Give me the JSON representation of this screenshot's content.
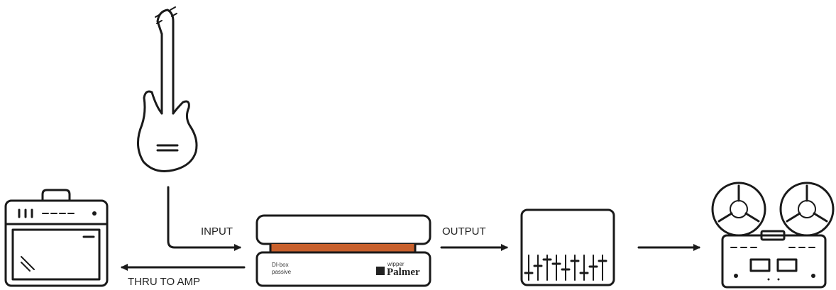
{
  "labels": {
    "input": "INPUT",
    "output": "OUTPUT",
    "thru": "THRU TO AMP"
  },
  "dibox": {
    "line1": "DI-box",
    "line2": "passive",
    "brand_top": "wipper",
    "brand": "Palmer"
  },
  "colors": {
    "stroke": "#1a1a1a",
    "accent": "#c8602c"
  },
  "icons": {
    "guitar": "bass-guitar-icon",
    "amp": "amplifier-icon",
    "mixer": "mixing-console-icon",
    "tape": "reel-to-reel-tape-recorder-icon"
  }
}
